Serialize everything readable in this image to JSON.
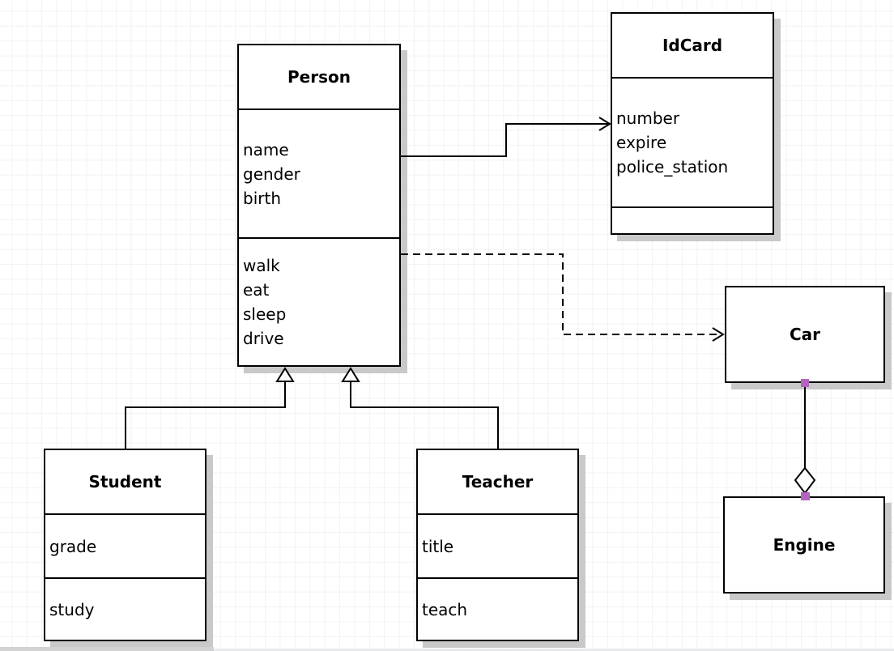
{
  "classes": {
    "person": {
      "name": "Person",
      "attributes": [
        "name",
        "gender",
        "birth"
      ],
      "methods": [
        "walk",
        "eat",
        "sleep",
        "drive"
      ]
    },
    "idcard": {
      "name": "IdCard",
      "attributes": [
        "number",
        "expire",
        "police_station"
      ],
      "methods": []
    },
    "car": {
      "name": "Car",
      "attributes": [],
      "methods": []
    },
    "engine": {
      "name": "Engine",
      "attributes": [],
      "methods": []
    },
    "student": {
      "name": "Student",
      "attributes": [
        "grade"
      ],
      "methods": [
        "study"
      ]
    },
    "teacher": {
      "name": "Teacher",
      "attributes": [
        "title"
      ],
      "methods": [
        "teach"
      ]
    }
  },
  "relationships": [
    {
      "from": "Person",
      "to": "IdCard",
      "type": "association",
      "line_style": "solid",
      "arrowhead": "open-arrow"
    },
    {
      "from": "Person",
      "to": "Car",
      "type": "dependency",
      "line_style": "dashed",
      "arrowhead": "open-arrow"
    },
    {
      "from": "Student",
      "to": "Person",
      "type": "generalization",
      "line_style": "solid",
      "arrowhead": "hollow-triangle"
    },
    {
      "from": "Teacher",
      "to": "Person",
      "type": "generalization",
      "line_style": "solid",
      "arrowhead": "hollow-triangle"
    },
    {
      "from": "Car",
      "to": "Engine",
      "type": "aggregation",
      "line_style": "solid",
      "arrowhead": "hollow-diamond",
      "endpoint_markers": "purple-squares"
    }
  ],
  "colors": {
    "endpoint_marker": "#b266bb",
    "shape_fill": "#ffffff",
    "shape_border": "#000000",
    "shadow": "#c9c9c9",
    "grid_line": "#f3f2f2",
    "canvas_bg": "#ffffff"
  }
}
